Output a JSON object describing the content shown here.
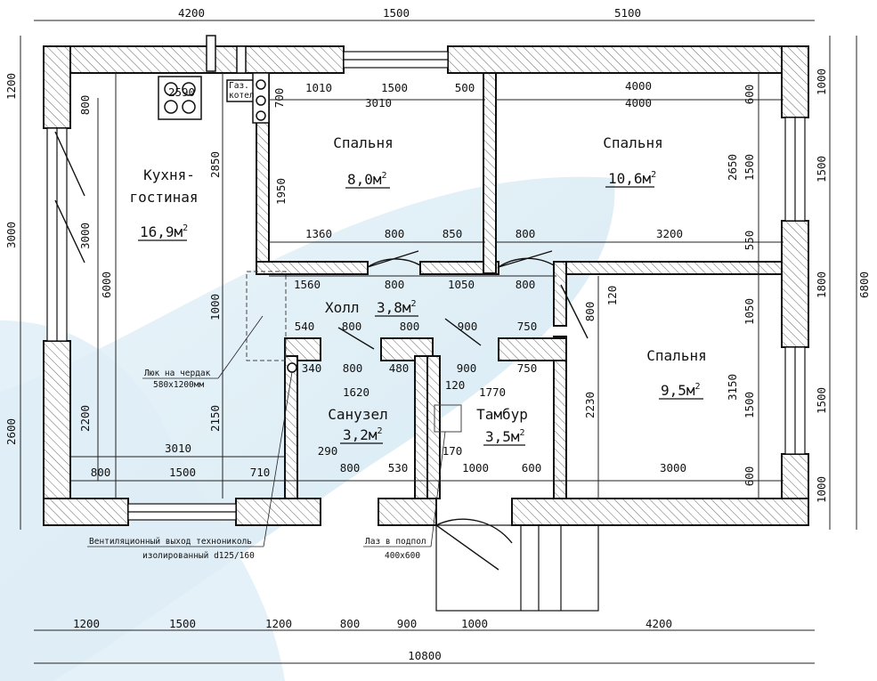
{
  "rooms": {
    "kitchen": {
      "name_line1": "Кухня-",
      "name_line2": "гостиная",
      "area": "16,9м",
      "area_sup": "2"
    },
    "bedroom1": {
      "name": "Спальня",
      "area": "8,0м",
      "area_sup": "2"
    },
    "bedroom2": {
      "name": "Спальня",
      "area": "10,6м",
      "area_sup": "2"
    },
    "bedroom3": {
      "name": "Спальня",
      "area": "9,5м",
      "area_sup": "2"
    },
    "hall": {
      "name": "Холл",
      "area": "3,8м",
      "area_sup": "2"
    },
    "bathroom": {
      "name": "Санузел",
      "area": "3,2м",
      "area_sup": "2"
    },
    "vestibule": {
      "name": "Тамбур",
      "area": "3,5м",
      "area_sup": "2"
    }
  },
  "labels": {
    "gas_boiler_line1": "Газ.",
    "gas_boiler_line2": "котел",
    "attic_hatch_line1": "Люк на чердак",
    "attic_hatch_line2": "580х1200мм",
    "vent_line1": "Вентиляционный выход технониколь",
    "vent_line2": "изолированный d125/160",
    "underfloor_line1": "Лаз в подпол",
    "underfloor_line2": "400х600"
  },
  "dimensions": {
    "top": [
      "4200",
      "1500",
      "5100"
    ],
    "bottom": [
      "1200",
      "1500",
      "1200",
      "800",
      "900",
      "1000",
      "4200"
    ],
    "bottom_total": "10800",
    "left": [
      "1200",
      "3000",
      "2600"
    ],
    "right_outer": "6800",
    "right": [
      "1000",
      "1500",
      "1800",
      "1500",
      "1000"
    ],
    "kitchen": [
      "2590",
      "800",
      "2850",
      "3000",
      "6000",
      "1000",
      "2150",
      "2200",
      "3010",
      "800",
      "1500",
      "710"
    ],
    "bedroom1": [
      "700",
      "1010",
      "1500",
      "500",
      "3010",
      "1950",
      "1360",
      "800",
      "850"
    ],
    "bedroom2": [
      "600",
      "4000",
      "4000",
      "2650",
      "1500",
      "800",
      "3200",
      "550"
    ],
    "hall": [
      "1560",
      "800",
      "1050",
      "800",
      "540",
      "800",
      "800",
      "900",
      "750",
      "120",
      "800"
    ],
    "bathroom": [
      "340",
      "800",
      "480",
      "1620",
      "290",
      "800",
      "530"
    ],
    "vestibule": [
      "900",
      "750",
      "120",
      "1770",
      "170",
      "1000",
      "600"
    ],
    "bedroom3": [
      "120",
      "1050",
      "3150",
      "1500",
      "2230",
      "3000",
      "600"
    ]
  }
}
